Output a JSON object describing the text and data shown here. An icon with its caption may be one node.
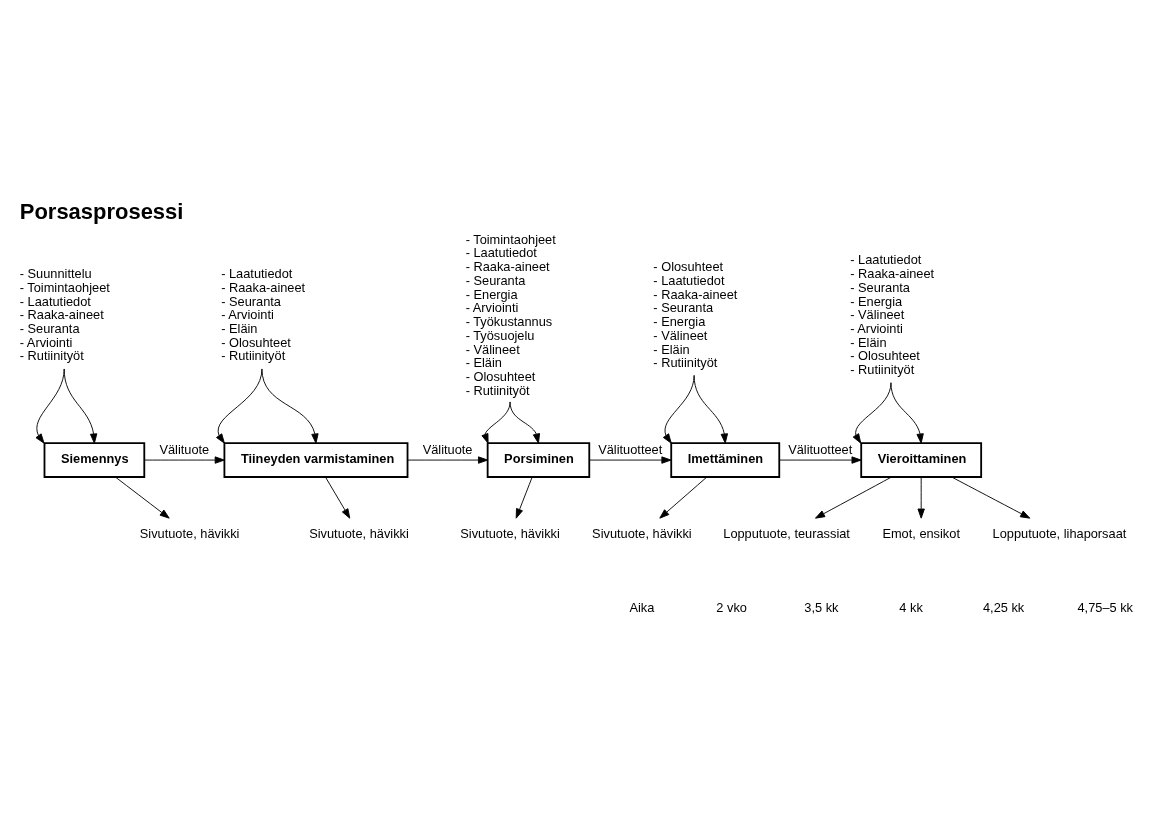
{
  "diagram": {
    "title": "Porsasprosessi",
    "nodes": [
      {
        "text": [
          "Siemennys"
        ]
      },
      {
        "text": [
          "Tiineyden varmistaminen"
        ]
      },
      {
        "text": [
          "Porsiminen"
        ]
      },
      {
        "text": [
          "Imettäminen"
        ]
      },
      {
        "text": [
          "Vieroittaminen"
        ]
      },
      {
        "text": [
          "- Suunnittelu",
          "- Toimintaohjeet",
          "- Laatutiedot",
          "- Raaka-aineet",
          "- Seuranta",
          "- Arviointi",
          "- Rutiinityöt"
        ]
      },
      {
        "text": [
          "- Laatutiedot",
          "- Raaka-aineet",
          "- Seuranta",
          "- Arviointi",
          "- Eläin",
          "- Olosuhteet",
          "- Rutiinityöt"
        ]
      },
      {
        "text": [
          "- Toimintaohjeet",
          "- Laatutiedot",
          "- Raaka-aineet",
          "- Seuranta",
          "- Energia",
          "- Arviointi",
          "- Työkustannus",
          "- Työsuojelu",
          "- Välineet",
          "- Eläin",
          "- Olosuhteet",
          "- Rutiinityöt"
        ]
      },
      {
        "text": [
          "- Olosuhteet",
          "- Laatutiedot",
          "- Raaka-aineet",
          "- Seuranta",
          "- Energia",
          "- Välineet",
          "- Eläin",
          "- Rutiinityöt"
        ]
      },
      {
        "text": [
          "- Laatutiedot",
          "- Raaka-aineet",
          "- Seuranta",
          "- Energia",
          "- Välineet",
          "- Arviointi",
          "- Eläin",
          "- Olosuhteet",
          "- Rutiinityöt"
        ]
      },
      {
        "text": [
          "Sivutuote, hävikki"
        ]
      },
      {
        "text": [
          "Sivutuote, hävikki"
        ]
      },
      {
        "text": [
          "Sivutuote, hävikki"
        ]
      },
      {
        "text": [
          "Sivutuote, hävikki"
        ]
      },
      {
        "text": [
          "Lopputuote, lihaporsaat"
        ]
      },
      {
        "text": [
          "Lopputuote, teurassiat"
        ]
      },
      {
        "text": [
          "Emot, ensikot"
        ]
      }
    ],
    "edges": [
      {
        "from": 5,
        "to": 0,
        "arrow": "to"
      },
      {
        "from": 5,
        "to": 0,
        "arrow": "to"
      },
      {
        "from": 6,
        "to": 1,
        "arrow": "to"
      },
      {
        "from": 6,
        "to": 1,
        "arrow": "to"
      },
      {
        "from": 7,
        "to": 2,
        "arrow": "to"
      },
      {
        "from": 7,
        "to": 2,
        "arrow": "to"
      },
      {
        "from": 8,
        "to": 3,
        "arrow": "to"
      },
      {
        "from": 8,
        "to": 3,
        "arrow": "to"
      },
      {
        "from": 9,
        "to": 4,
        "arrow": "to"
      },
      {
        "from": 9,
        "to": 4,
        "arrow": "to"
      },
      {
        "from": 0,
        "to": 1,
        "arrow": "to",
        "label": "Välituote"
      },
      {
        "from": 1,
        "to": 2,
        "arrow": "to",
        "label": "Välituote"
      },
      {
        "from": 2,
        "to": 3,
        "arrow": "to",
        "label": "Välituotteet"
      },
      {
        "from": 3,
        "to": 4,
        "arrow": "to",
        "label": "Välituotteet"
      },
      {
        "from": 0,
        "to": 10,
        "arrow": "to"
      },
      {
        "from": 1,
        "to": 11,
        "arrow": "to"
      },
      {
        "from": 2,
        "to": 12,
        "arrow": "to"
      },
      {
        "from": 3,
        "to": 13,
        "arrow": "to"
      },
      {
        "from": 4,
        "to": 14,
        "arrow": "to"
      },
      {
        "from": 4,
        "to": 15,
        "arrow": "to"
      },
      {
        "from": 4,
        "to": 16,
        "arrow": "to"
      }
    ],
    "labels": [
      "Aika",
      "2 vko",
      "3,5 kk",
      "4 kk",
      "4,25 kk",
      "4,75–5 kk"
    ]
  }
}
